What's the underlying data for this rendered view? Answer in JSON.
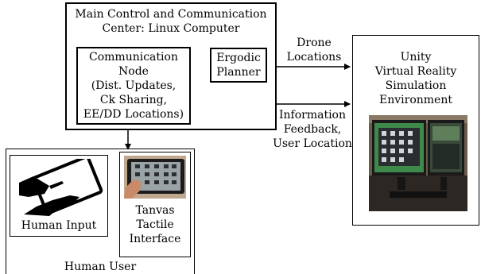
{
  "main_center": {
    "title_line1": "Main Control and Communication",
    "title_line2": "Center: Linux Computer"
  },
  "comm_node": {
    "lines": [
      "Communication",
      "Node",
      "(Dist. Updates,",
      "Ck Sharing,",
      "EE/DD Locations)"
    ]
  },
  "ergodic_planner": {
    "lines": [
      "Ergodic",
      "Planner"
    ]
  },
  "unity_env": {
    "lines": [
      "Unity",
      "Virtual Reality",
      "Simulation",
      "Environment"
    ]
  },
  "arrows": {
    "drone_locations": [
      "Drone",
      "Locations"
    ],
    "info_feedback": [
      "Information",
      "Feedback,",
      "User Location"
    ]
  },
  "human_user": {
    "label": "Human User",
    "human_input_label": "Human Input",
    "tanvas_lines": [
      "Tanvas",
      "Tactile",
      "Interface"
    ]
  },
  "colors": {
    "line": "#000000",
    "background": "#ffffff"
  }
}
